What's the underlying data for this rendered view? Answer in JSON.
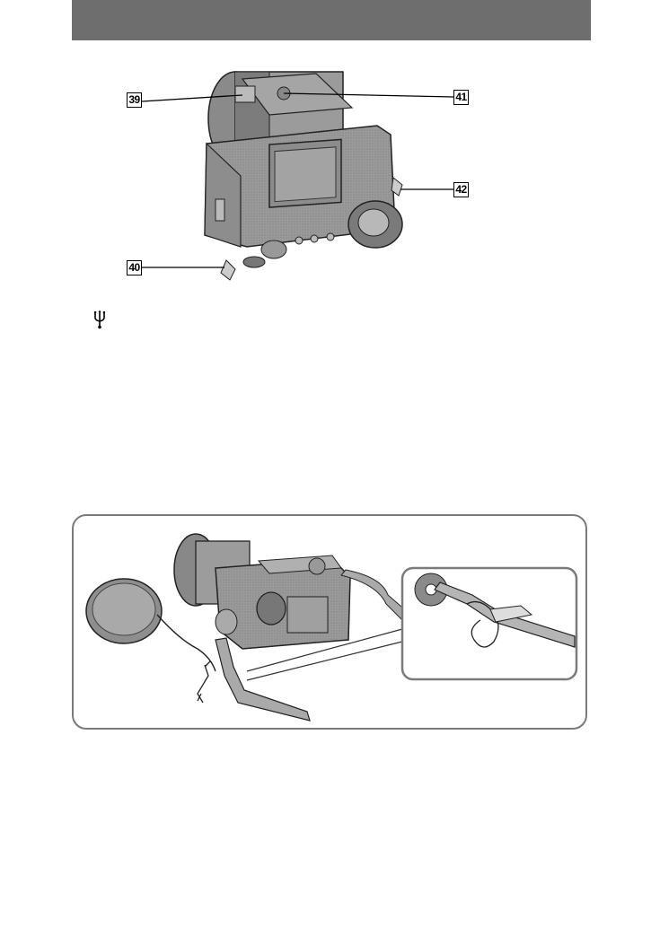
{
  "header": {
    "color": "#6e6e6e"
  },
  "callouts": {
    "c39": "39",
    "c40": "40",
    "c41": "41",
    "c42": "42"
  },
  "icons": {
    "usb": "usb-trident-icon"
  },
  "figure_strap": {
    "frame_color": "#7a7a7a"
  }
}
